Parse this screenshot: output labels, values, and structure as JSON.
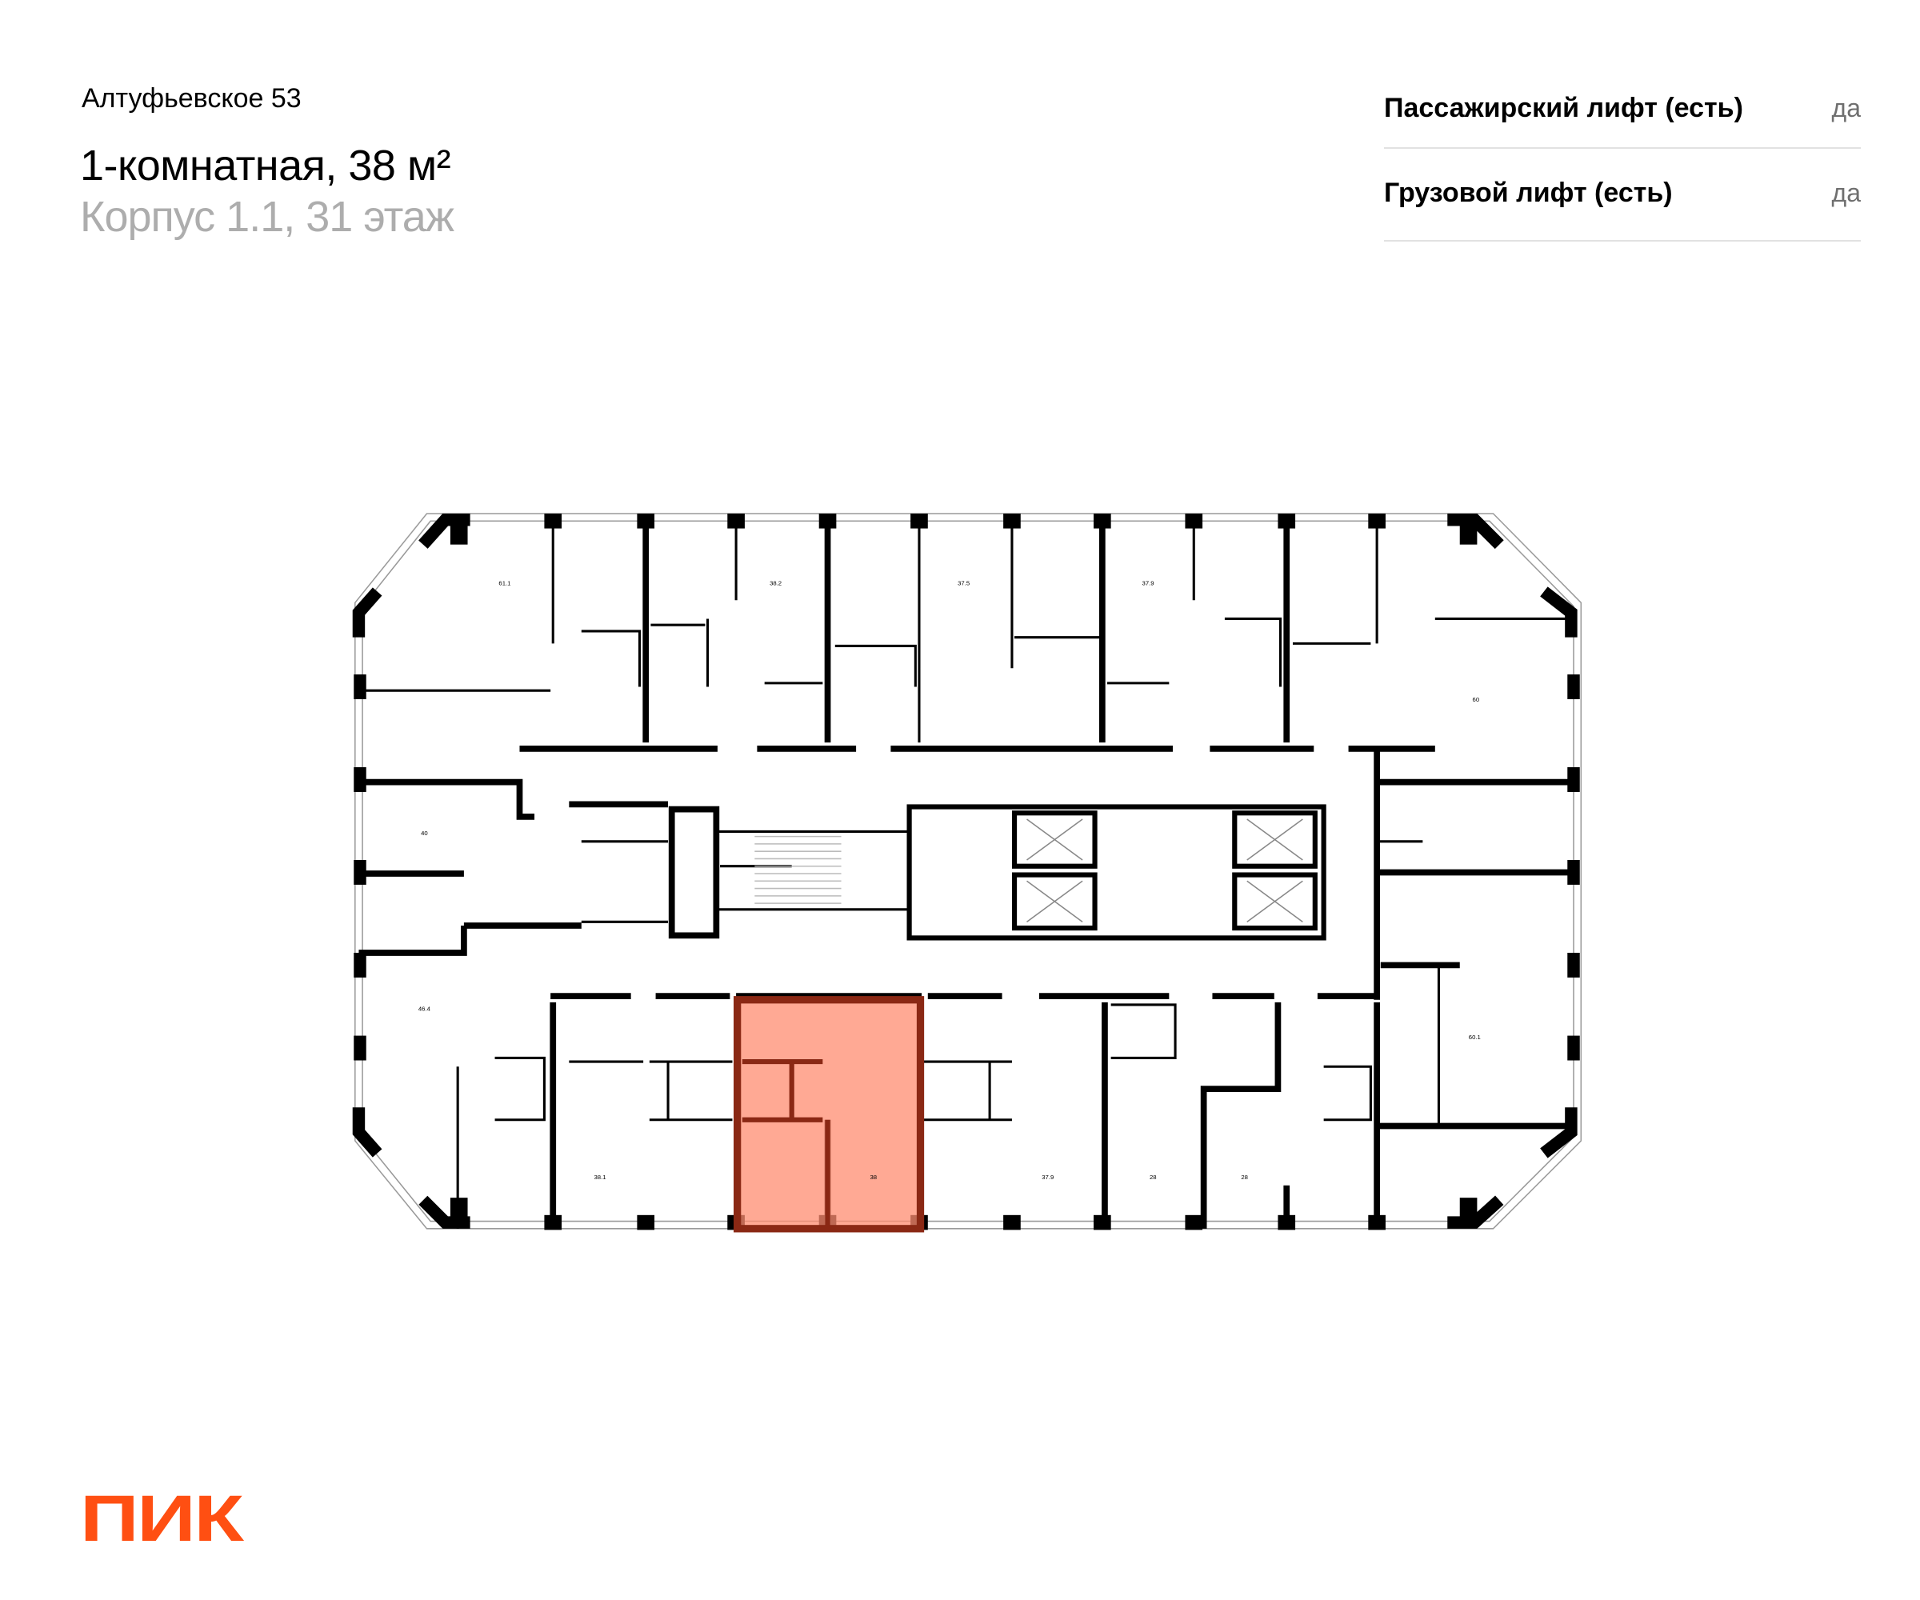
{
  "header": {
    "project": "Алтуфьевское 53",
    "title": "1-комнатная, 38 м²",
    "subtitle": "Корпус 1.1, 31 этаж"
  },
  "features": [
    {
      "label": "Пассажирский лифт (есть)",
      "value": "да"
    },
    {
      "label": "Грузовой лифт (есть)",
      "value": "да"
    }
  ],
  "plan": {
    "highlight_color": "#ff8c70",
    "highlight_border": "#8a2814",
    "apartment_areas": [
      "61.1",
      "38.2",
      "37.5",
      "37.9",
      "60",
      "40",
      "46.4",
      "38.1",
      "38",
      "37.9",
      "28",
      "28",
      "60.1"
    ],
    "selected_area": "38"
  },
  "logo": "ПИК",
  "brand_color": "#ff4f12"
}
